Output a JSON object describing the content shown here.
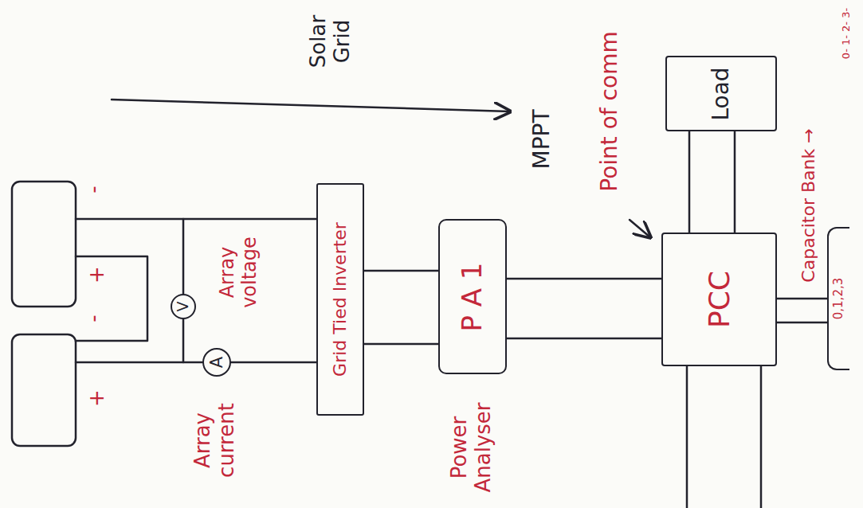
{
  "diagram": {
    "title": "Solar Grid",
    "nodes": [
      {
        "text": [
          "V"
        ]
      },
      {
        "text": [
          "A"
        ]
      },
      {
        "text": [
          "Grid Tied Inverter"
        ]
      },
      {
        "text": [
          "P A 1",
          "Power Analyser"
        ]
      },
      {
        "text": [
          "Load"
        ]
      },
      {
        "text": [
          "PCC"
        ]
      },
      {
        "text": [
          "0,1,2,3"
        ]
      }
    ],
    "edges": [
      {
        "from": 1,
        "to": 2,
        "arrow": "none"
      },
      {
        "from": 2,
        "to": 3,
        "arrow": "none"
      },
      {
        "from": 2,
        "to": 3,
        "arrow": "none"
      },
      {
        "from": 3,
        "to": 5,
        "arrow": "none"
      },
      {
        "from": 3,
        "to": 5,
        "arrow": "none"
      },
      {
        "from": 5,
        "to": 4,
        "arrow": "none"
      },
      {
        "from": 5,
        "to": 4,
        "arrow": "none"
      },
      {
        "from": 5,
        "to": 6,
        "arrow": "none"
      },
      {
        "from": 5,
        "to": 6,
        "arrow": "none"
      }
    ],
    "labels": [
      "MPPT",
      "Array voltage",
      "Array current",
      "Point of comm",
      "Capacitor Bank →",
      "0- 1- 2- 3-",
      "-",
      "+",
      "-",
      "+"
    ]
  }
}
